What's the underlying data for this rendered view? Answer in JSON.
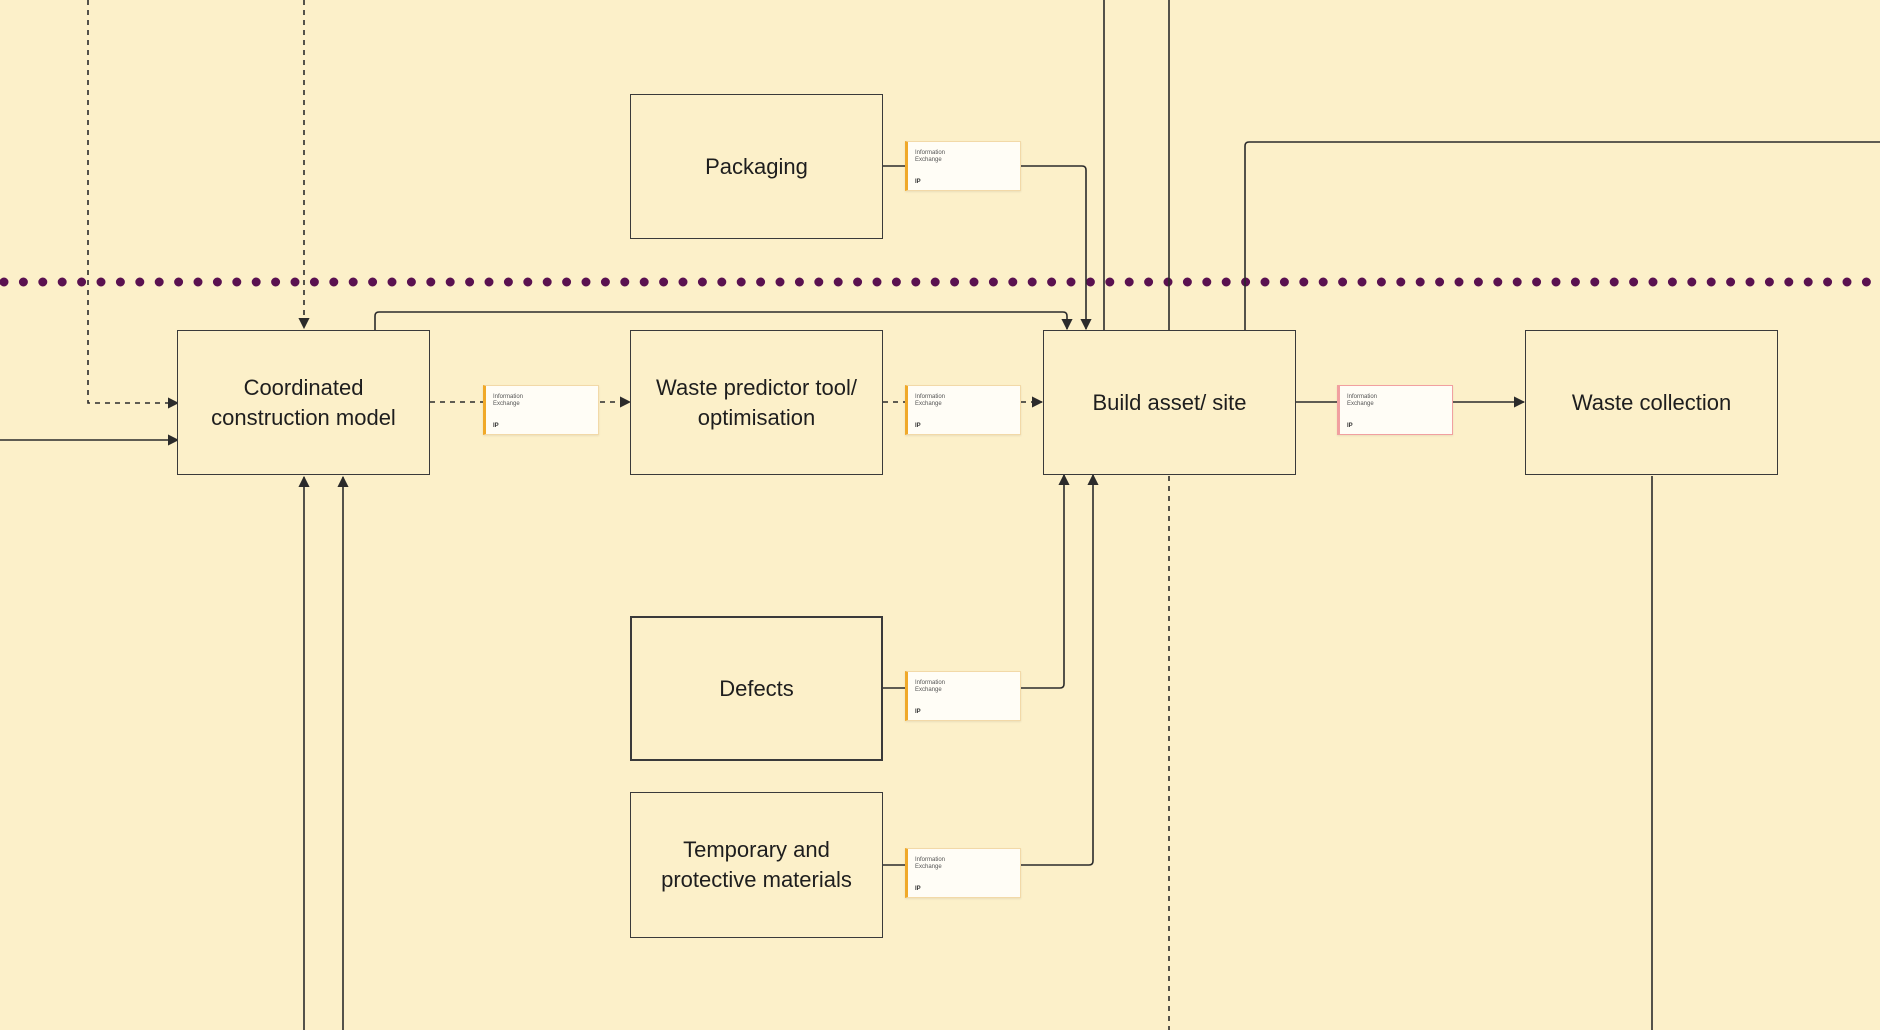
{
  "colors": {
    "background": "#fcf0c9",
    "node_border": "#3a3a3a",
    "connector": "#2b2b2b",
    "swimlane_dots": "#5a1150",
    "info_exchange_accent": "#f0a929",
    "info_exchange_alert": "#e53935"
  },
  "nodes": {
    "packaging": "Packaging",
    "coordinated_model": "Coordinated\nconstruction model",
    "waste_predictor": "Waste predictor tool/\noptimisation",
    "build_asset": "Build asset/ site",
    "waste_collection": "Waste collection",
    "defects": "Defects",
    "temporary_materials": "Temporary and\nprotective materials"
  },
  "info_exchange": {
    "title": "Information\nExchange",
    "tag": "IP"
  }
}
